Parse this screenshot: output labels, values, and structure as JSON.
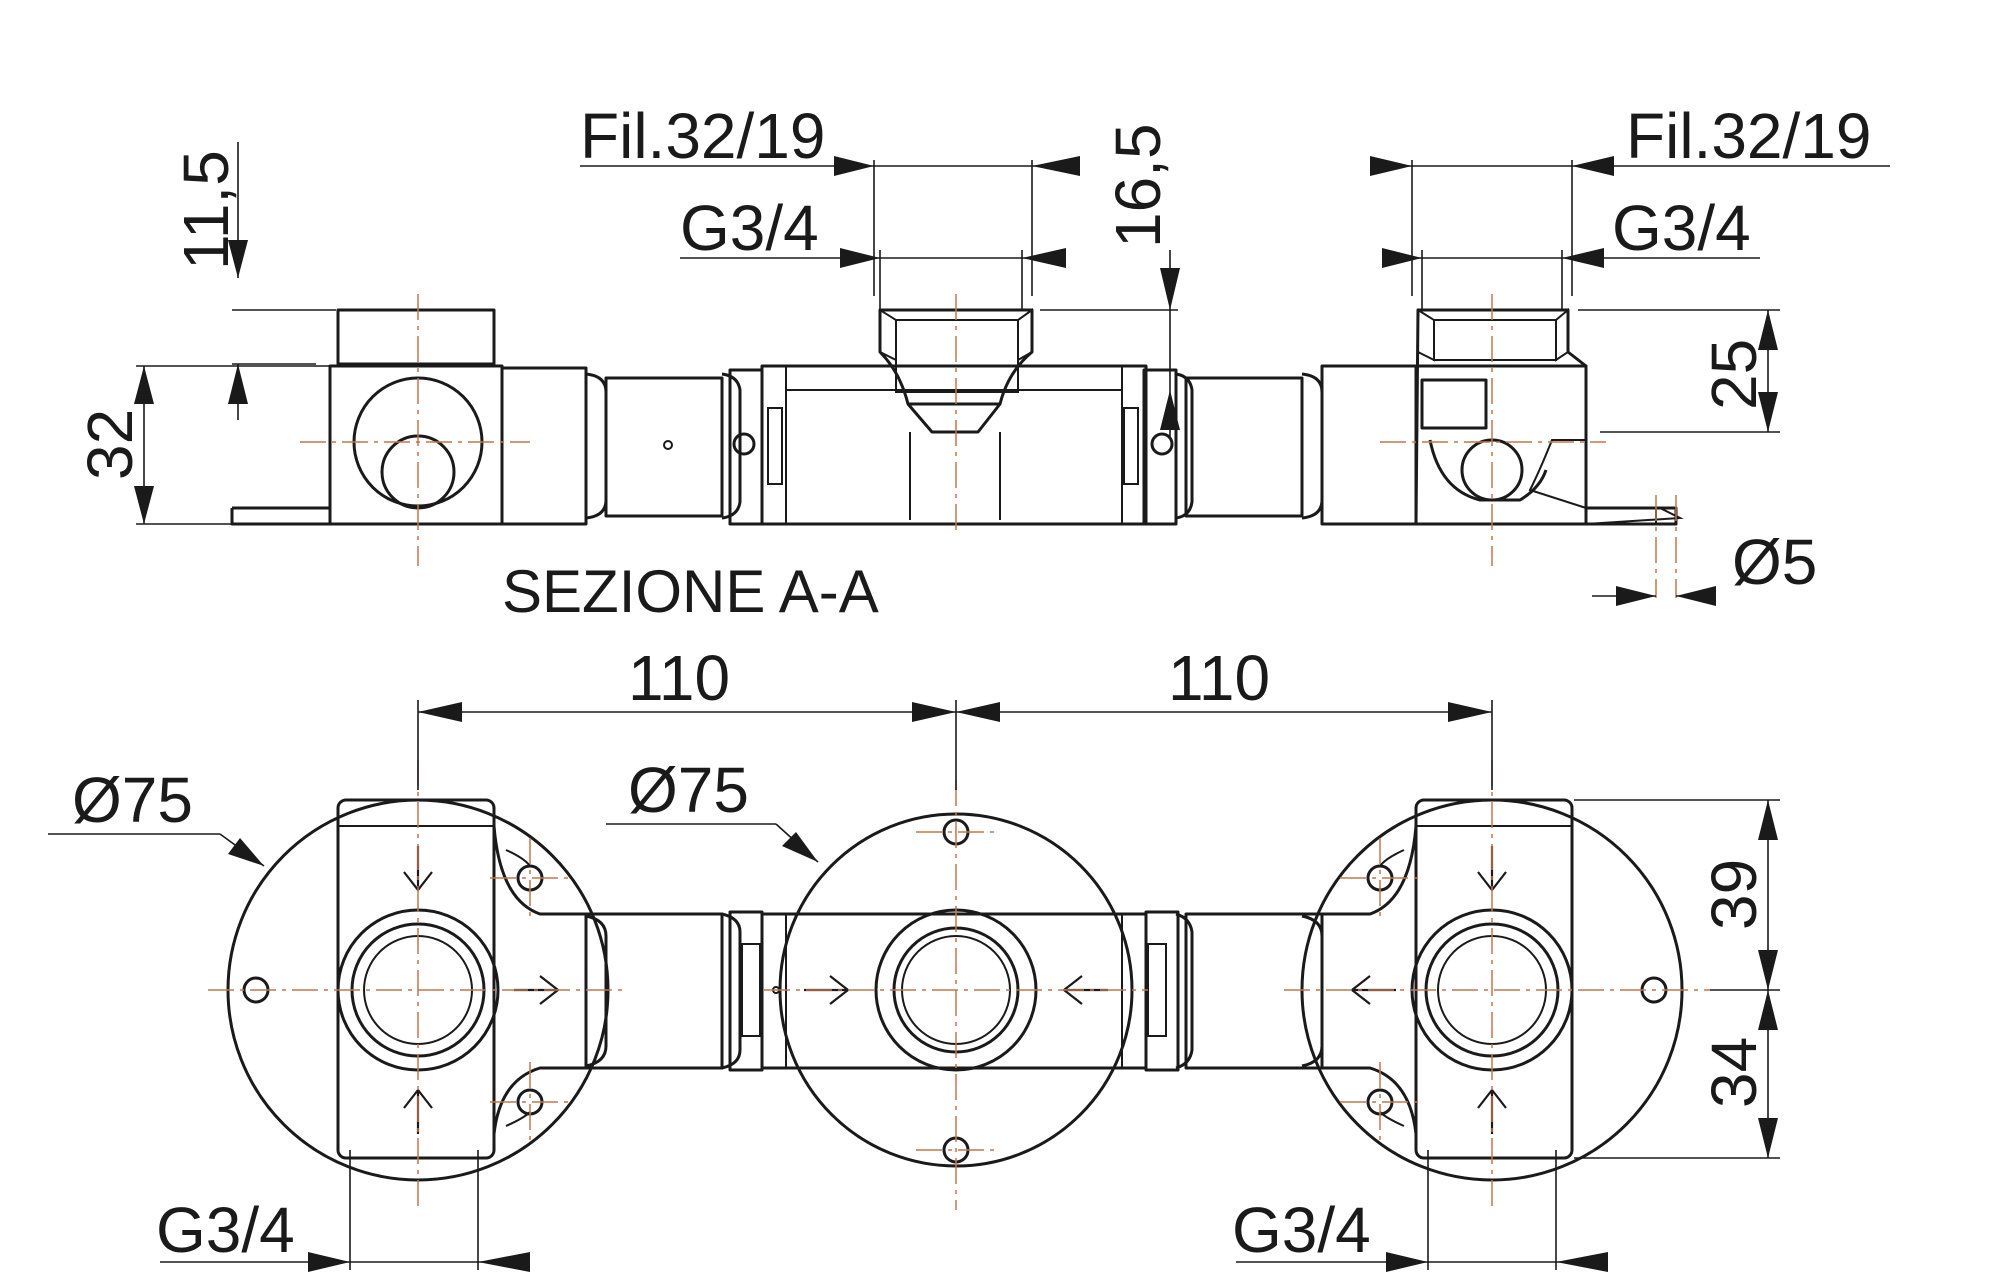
{
  "section": {
    "title": "SEZIONE  A-A",
    "dims": {
      "thread_left": "Fil.32/19",
      "pipe_left": "G3/4",
      "height_11_5": "11,5",
      "height_16_5": "16,5",
      "height_32": "32",
      "thread_right": "Fil.32/19",
      "pipe_right": "G3/4",
      "height_25": "25",
      "hole_dia": "Ø5"
    }
  },
  "plan": {
    "dims": {
      "spacing_left": "110",
      "spacing_right": "110",
      "flange_left": "Ø75",
      "flange_center": "Ø75",
      "height_39": "39",
      "height_34": "34",
      "pipe_bottom_left": "G3/4",
      "pipe_bottom_right": "G3/4"
    }
  },
  "colors": {
    "line": "#1a1a1a",
    "centerline": "#c0784e",
    "background": "#ffffff"
  }
}
